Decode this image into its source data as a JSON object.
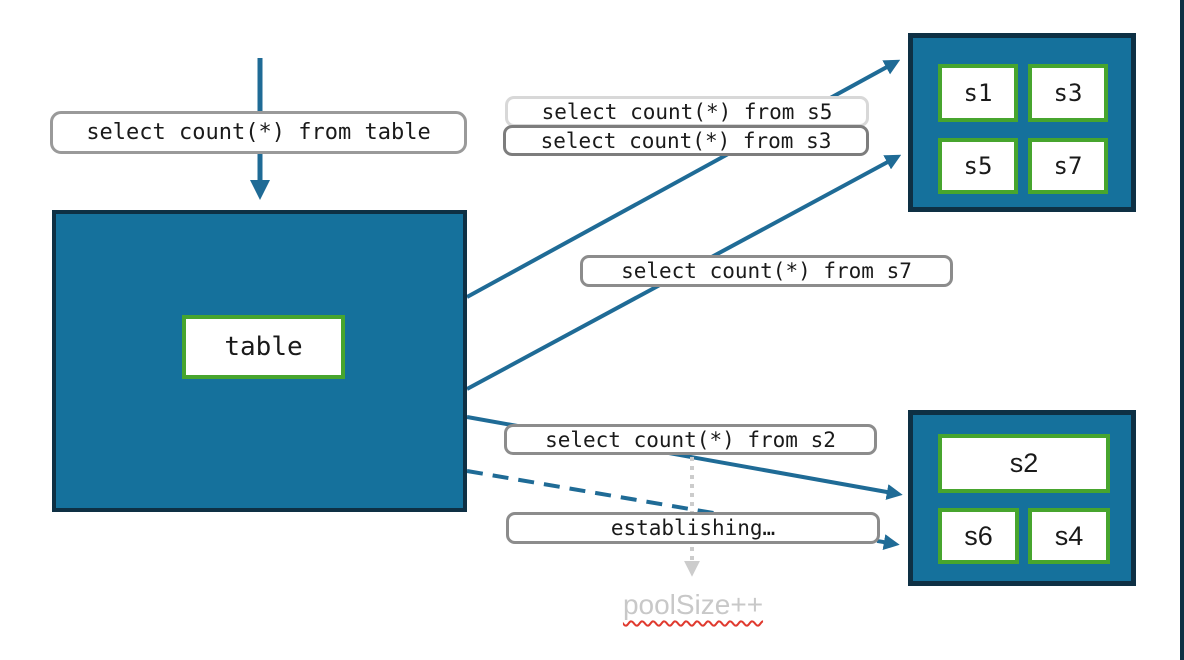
{
  "colors": {
    "teal_fill": "#15719c",
    "dark_border": "#0e3044",
    "green_border": "#47a52e",
    "arrow_teal": "#1f6b96",
    "label_text": "#1a1a1a",
    "label_border": "#8c8c8c",
    "label_border_medium": "#9a9a9a",
    "label_border_light": "#d8d8d8",
    "label_border_dark": "#7d7d7d",
    "muted_text": "#c8c8c8",
    "muted_arrow": "#cccccc",
    "squiggle_red": "#e03a2f"
  },
  "table_box": {
    "label": "table"
  },
  "query_labels": {
    "from_table": "select count(*) from table",
    "from_s5": "select count(*) from s5",
    "from_s3": "select count(*) from s3",
    "from_s7": "select count(*) from s7",
    "from_s2": "select count(*) from s2",
    "establishing": "establishing…"
  },
  "shards_top": {
    "items": [
      "s1",
      "s3",
      "s5",
      "s7"
    ]
  },
  "shards_bottom": {
    "items": [
      "s2",
      "s6",
      "s4"
    ]
  },
  "footnote": {
    "pool_size": "poolSize++"
  }
}
